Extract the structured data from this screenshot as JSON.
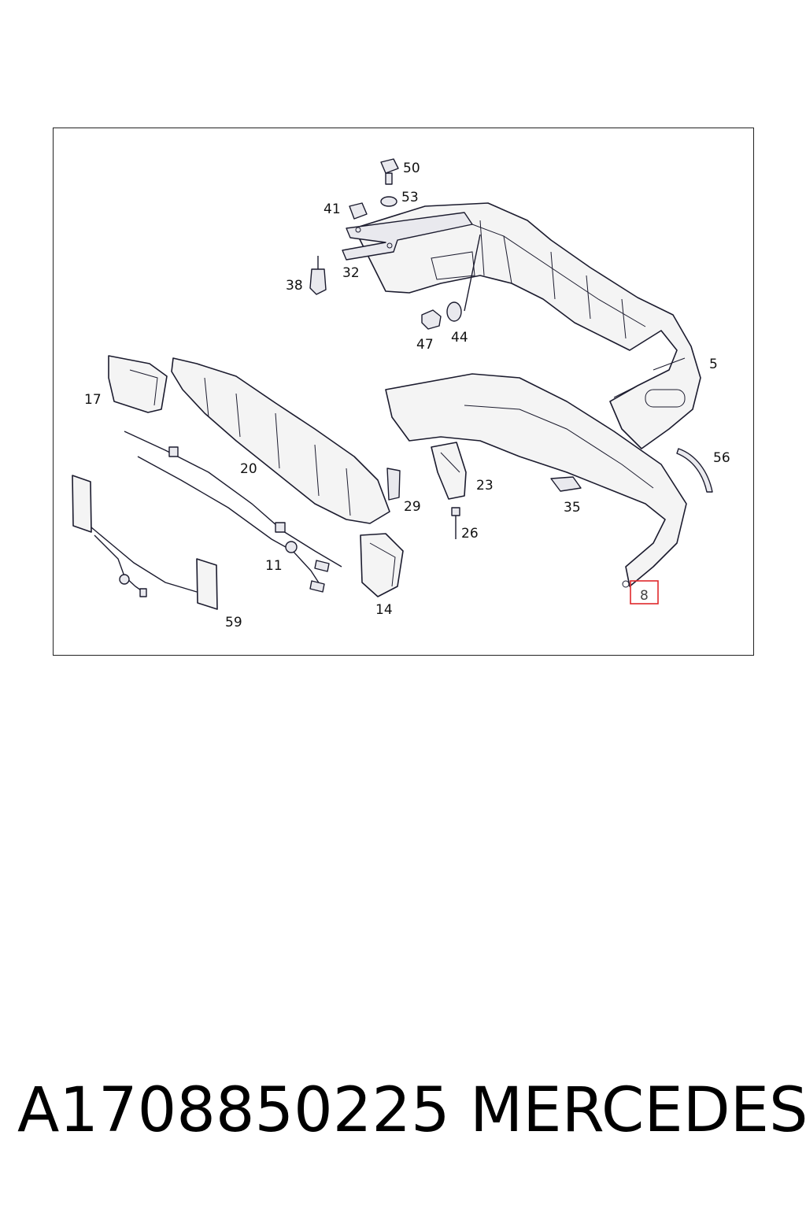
{
  "diagram": {
    "callouts": {
      "c50": "50",
      "c53": "53",
      "c41": "41",
      "c32": "32",
      "c38": "38",
      "c47": "47",
      "c44": "44",
      "c5": "5",
      "c17": "17",
      "c20": "20",
      "c29": "29",
      "c23": "23",
      "c26": "26",
      "c35": "35",
      "c56": "56",
      "c11": "11",
      "c14": "14",
      "c59": "59",
      "c8": "8"
    },
    "highlight_color": "#e0282b",
    "highlighted_callout": "8"
  },
  "footer": {
    "part_number": "A1708850225",
    "brand": "MERCEDES"
  }
}
